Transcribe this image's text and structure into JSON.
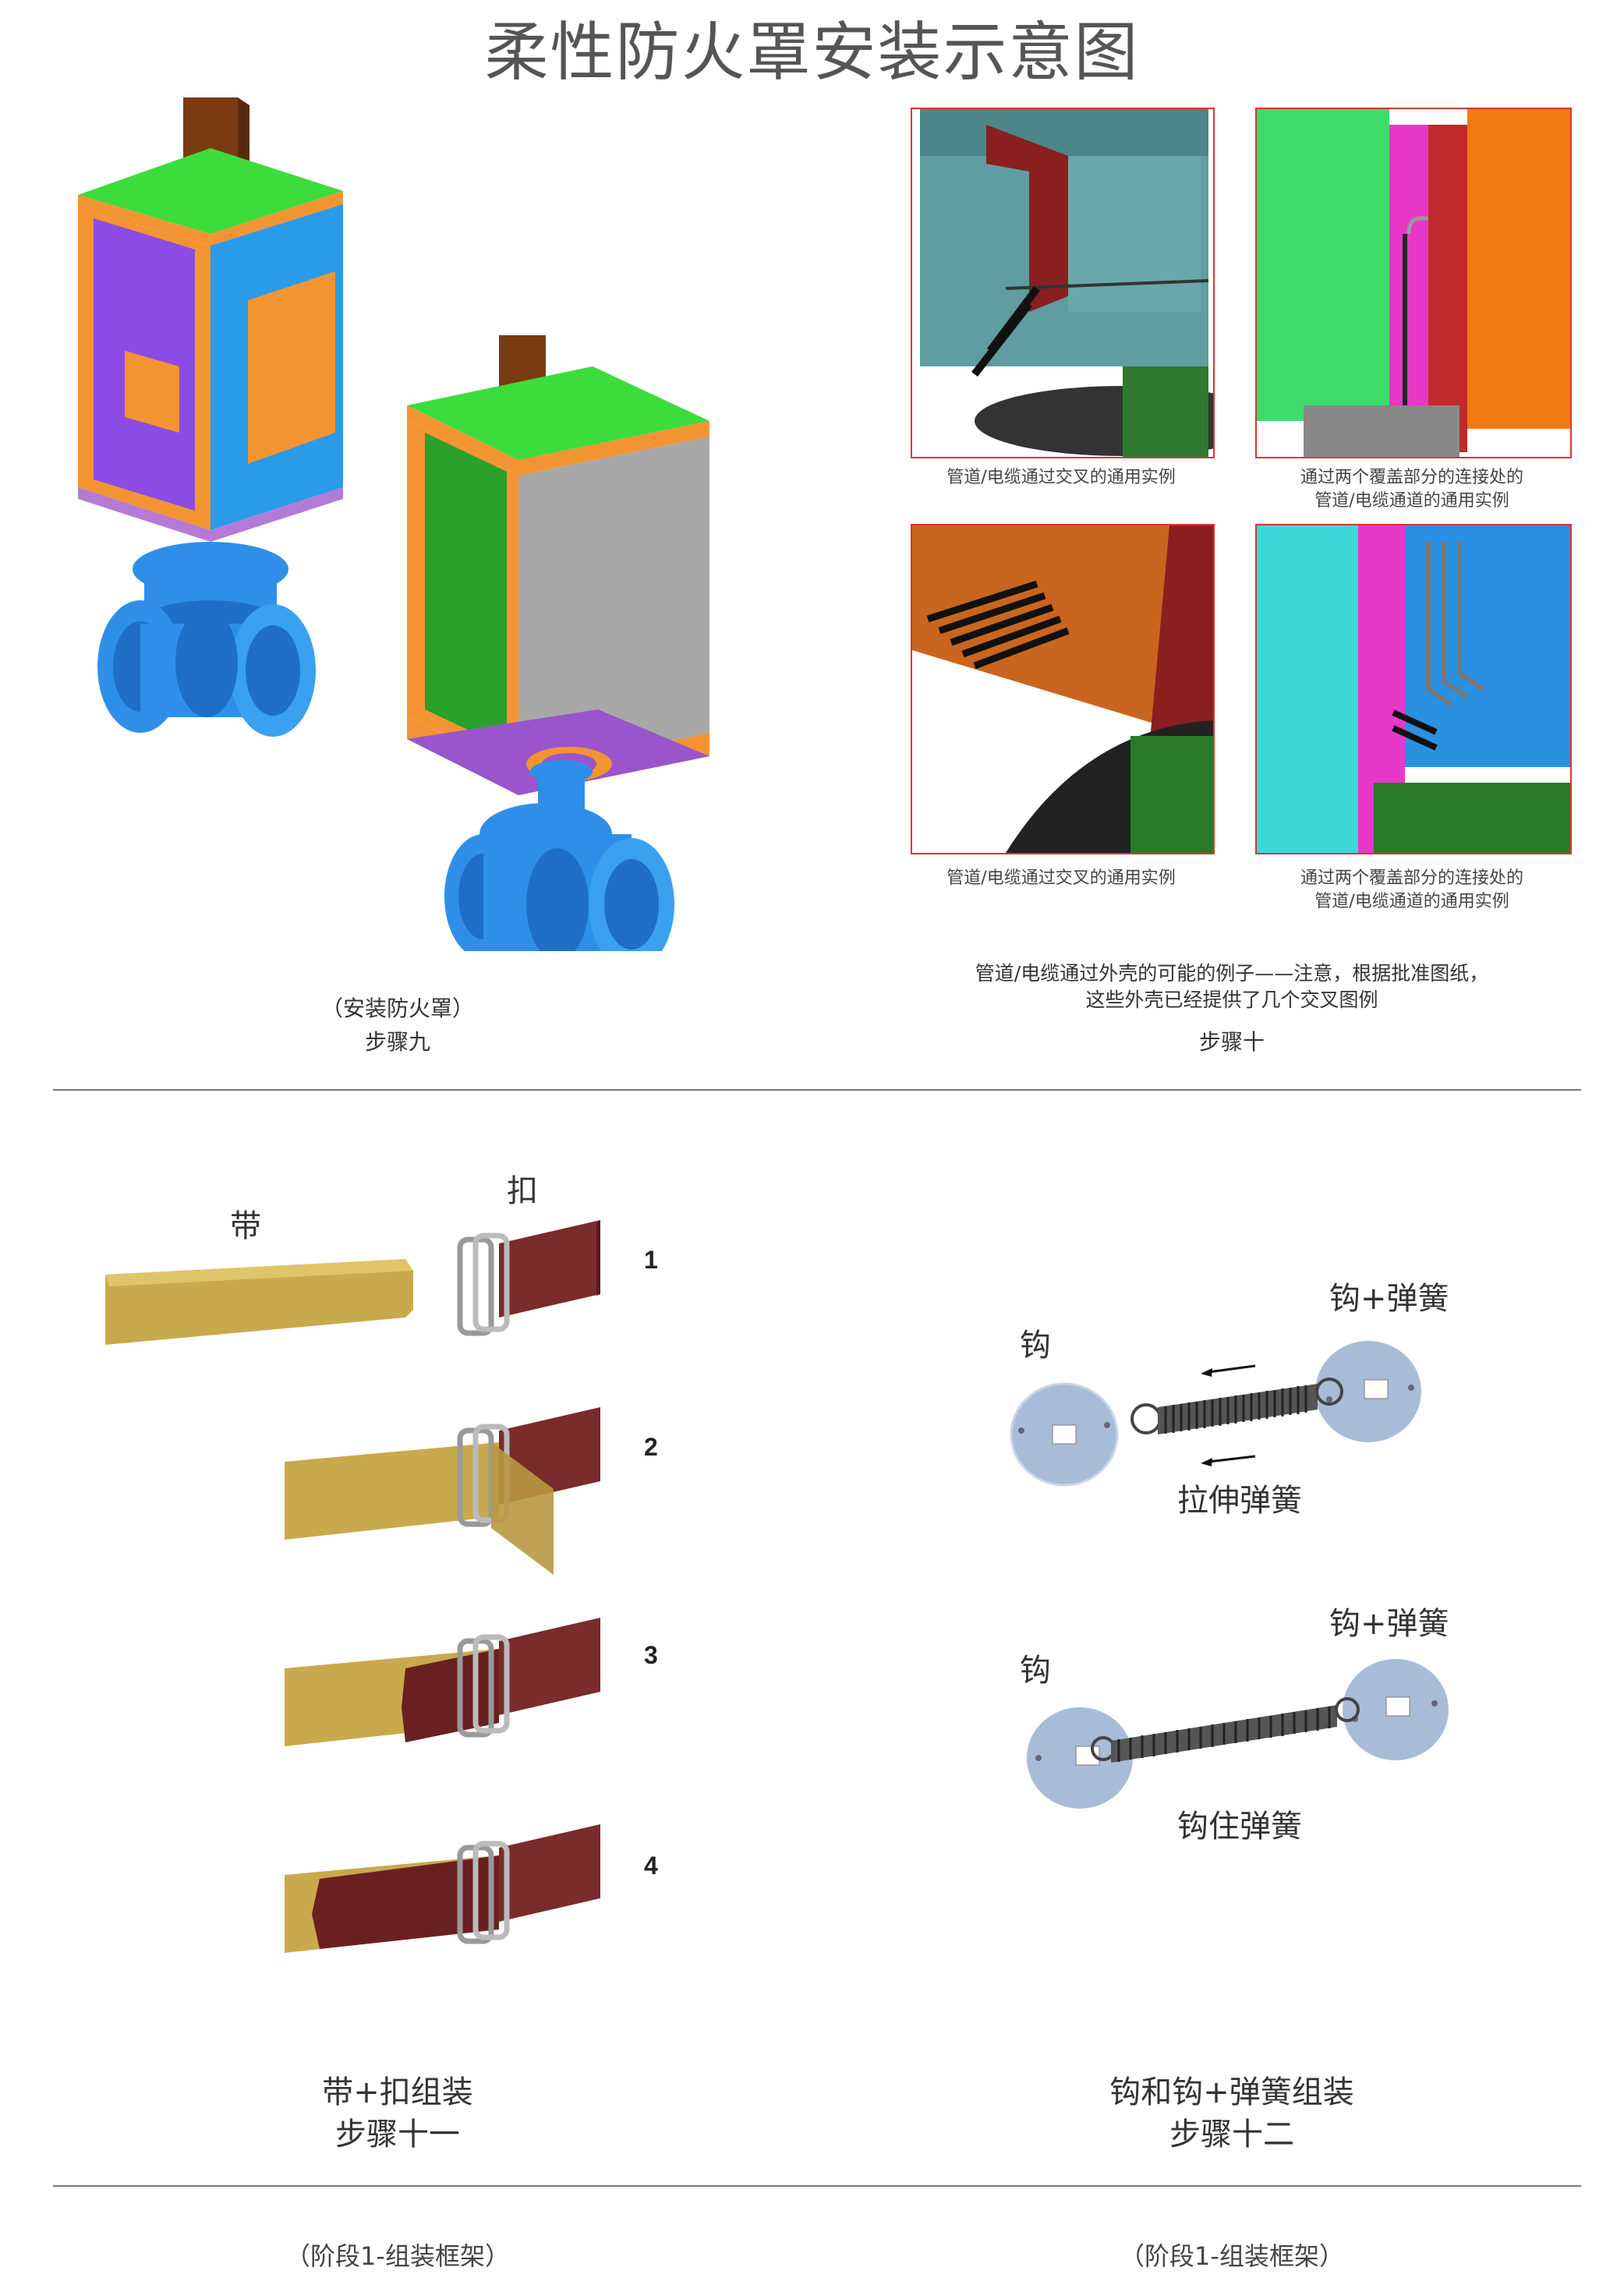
{
  "page": {
    "title": "柔性防火罩安装示意图"
  },
  "step9": {
    "paren": "（安装防火罩）",
    "step": "步骤九"
  },
  "step10": {
    "photos": [
      {
        "caption": "管道/电缆通过交叉的通用实例"
      },
      {
        "caption": "通过两个覆盖部分的连接处的\n管道/电缆通道的通用实例"
      },
      {
        "caption": "管道/电缆通过交叉的通用实例"
      },
      {
        "caption": "通过两个覆盖部分的连接处的\n管道/电缆通道的通用实例"
      }
    ],
    "note": "管道/电缆通过外壳的可能的例子——注意，根据批准图纸，\n这些外壳已经提供了几个交叉图例",
    "step": "步骤十"
  },
  "step11": {
    "belt_label": "带",
    "buckle_label": "扣",
    "numbers": [
      "1",
      "2",
      "3",
      "4"
    ],
    "name": "带+扣组装",
    "step": "步骤十一",
    "footer": "（阶段1-组装框架）"
  },
  "step12": {
    "hook_label_1": "钩",
    "hook_spring_label_1": "钩+弹簧",
    "stretch_label": "拉伸弹簧",
    "hook_label_2": "钩",
    "hook_spring_label_2": "钩+弹簧",
    "hooked_label": "钩住弹簧",
    "name": "钩和钩+弹簧组装",
    "step": "步骤十二",
    "footer": "（阶段1-组装框架）"
  },
  "colors": {
    "green_top": "#3ddc3d",
    "orange": "#f39433",
    "purple": "#8b4ce6",
    "blue": "#2a9be8",
    "valve_blue": "#2f8fe8",
    "brown": "#7a3a12",
    "belt_tan": "#c9a94e",
    "buckle_red": "#7a2b2b",
    "disc_blue": "#a8bcd8",
    "photo_border": "#dd3333"
  }
}
